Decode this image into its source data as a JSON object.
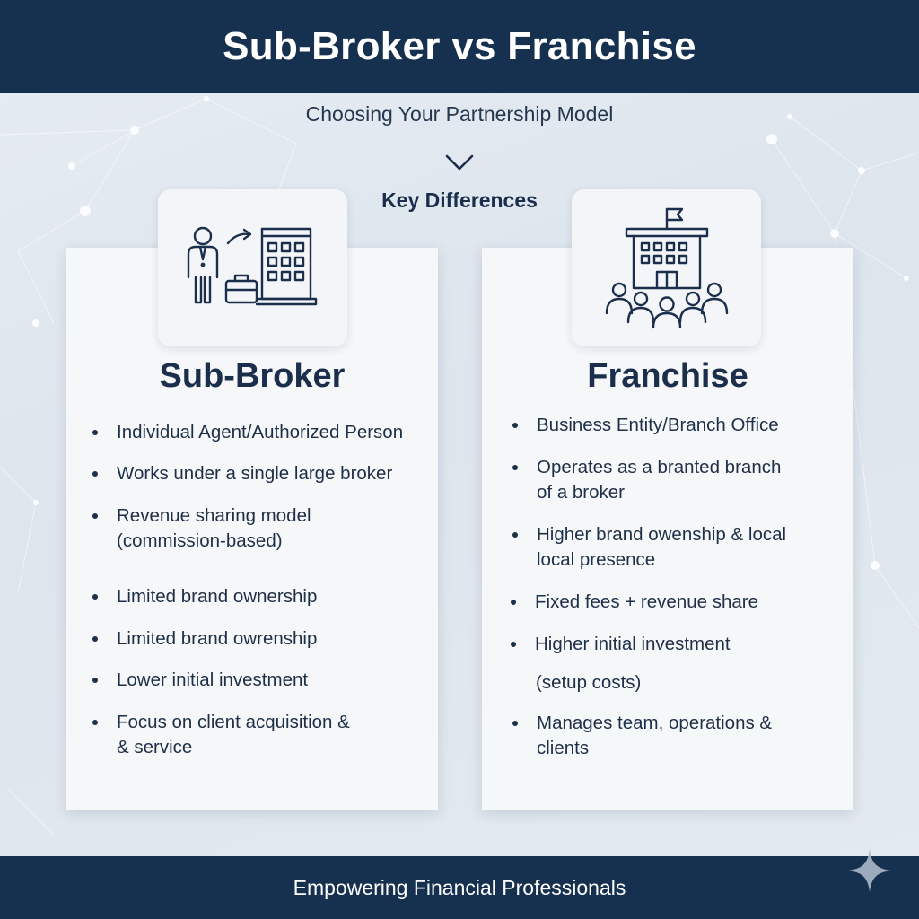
{
  "header": {
    "title": "Sub-Broker vs Franchise"
  },
  "subtitle": "Choosing Your Partnership Model",
  "section_label": "Key Differences",
  "icons": {
    "left": "agent-to-building-icon",
    "right": "franchise-building-team-icon",
    "chevron": "chevron-down-icon",
    "sparkle": "sparkle-icon"
  },
  "left_card": {
    "title": "Sub-Broker",
    "items": [
      {
        "line1": "Individual Agent/Authorized Person",
        "line2": ""
      },
      {
        "line1": "Works under a single large broker",
        "line2": ""
      },
      {
        "line1": "Revenue sharing model",
        "line2": "(commission-based)"
      },
      {
        "line1": "Limited brand ownership",
        "line2": ""
      },
      {
        "line1": "Limited brand owrenship",
        "line2": ""
      },
      {
        "line1": "Lower initial investment",
        "line2": ""
      },
      {
        "line1": "Focus on client acquisition &",
        "line2": "& service"
      }
    ]
  },
  "right_card": {
    "title": "Franchise",
    "items": [
      {
        "line1": "Business Entity/Branch Office",
        "line2": ""
      },
      {
        "line1": "Operates as a branted branch",
        "line2": "of a broker"
      },
      {
        "line1": "Higher brand owenship & local",
        "line2": "local presence"
      },
      {
        "line1": "Fixed fees + revenue share",
        "line2": ""
      },
      {
        "line1": "Higher initial investment",
        "line2": ""
      },
      {
        "line1": "(setup costs)",
        "line2": ""
      },
      {
        "line1": "Manages team, operations &",
        "line2": "clients"
      }
    ]
  },
  "footer": {
    "text": "Empowering Financial Professionals"
  },
  "colors": {
    "navy": "#16304f",
    "background": "#e2e9f0",
    "card": "#f6f8fa",
    "text": "#1b2f4d"
  }
}
